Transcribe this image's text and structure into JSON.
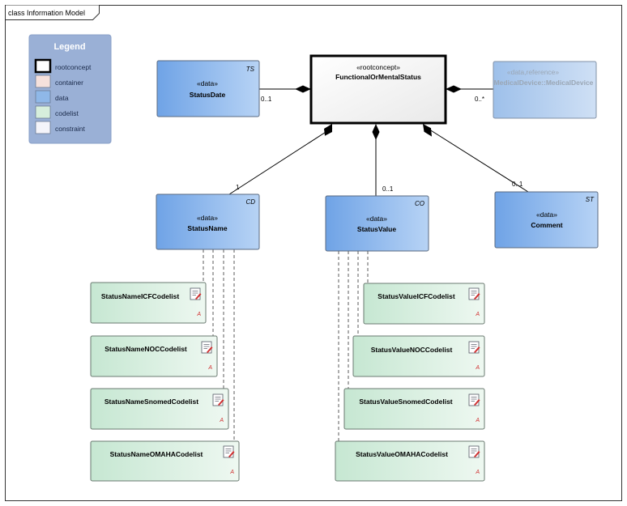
{
  "frame": {
    "title": "class Information Model"
  },
  "legend": {
    "title": "Legend",
    "items": [
      {
        "label": "rootconcept",
        "color": "#ffffff"
      },
      {
        "label": "container",
        "color": "#f6e1dc"
      },
      {
        "label": "data",
        "color": "#8fb8e8"
      },
      {
        "label": "codelist",
        "color": "#d6eedc"
      },
      {
        "label": "constraint",
        "color": "#f4f4fa"
      }
    ]
  },
  "classes": {
    "root": {
      "stereotype": "«rootconcept»",
      "name": "FunctionalOrMentalStatus"
    },
    "statusDate": {
      "stereotype": "«data»",
      "name": "StatusDate",
      "type": "TS"
    },
    "medicalDevice": {
      "stereotype": "«data,reference»",
      "name": "MedicalDevice::MedicalDevice"
    },
    "statusName": {
      "stereotype": "«data»",
      "name": "StatusName",
      "type": "CD"
    },
    "statusValue": {
      "stereotype": "«data»",
      "name": "StatusValue",
      "type": "CO"
    },
    "comment": {
      "stereotype": "«data»",
      "name": "Comment",
      "type": "ST"
    }
  },
  "multiplicities": {
    "statusDate": "0..1",
    "medicalDevice": "0..*",
    "statusName": "1",
    "statusValue": "0..1",
    "comment": "0..1"
  },
  "codelists": {
    "name": [
      "StatusNameICFCodelist",
      "StatusNameNOCCodelist",
      "StatusNameSnomedCodelist",
      "StatusNameOMAHACodelist"
    ],
    "value": [
      "StatusValueICFCodelist",
      "StatusValueNOCCodelist",
      "StatusValueSnomedCodelist",
      "StatusValueOMAHACodelist"
    ],
    "marker": "A"
  },
  "colors": {
    "data_fill_start": "#6fa3e6",
    "data_fill_end": "#b7d3f5",
    "codelist_fill": "#d6eedc",
    "legend_bg": "#9ab0d6",
    "faded_text": "#9aa6b4",
    "marker_red": "#d03030"
  }
}
